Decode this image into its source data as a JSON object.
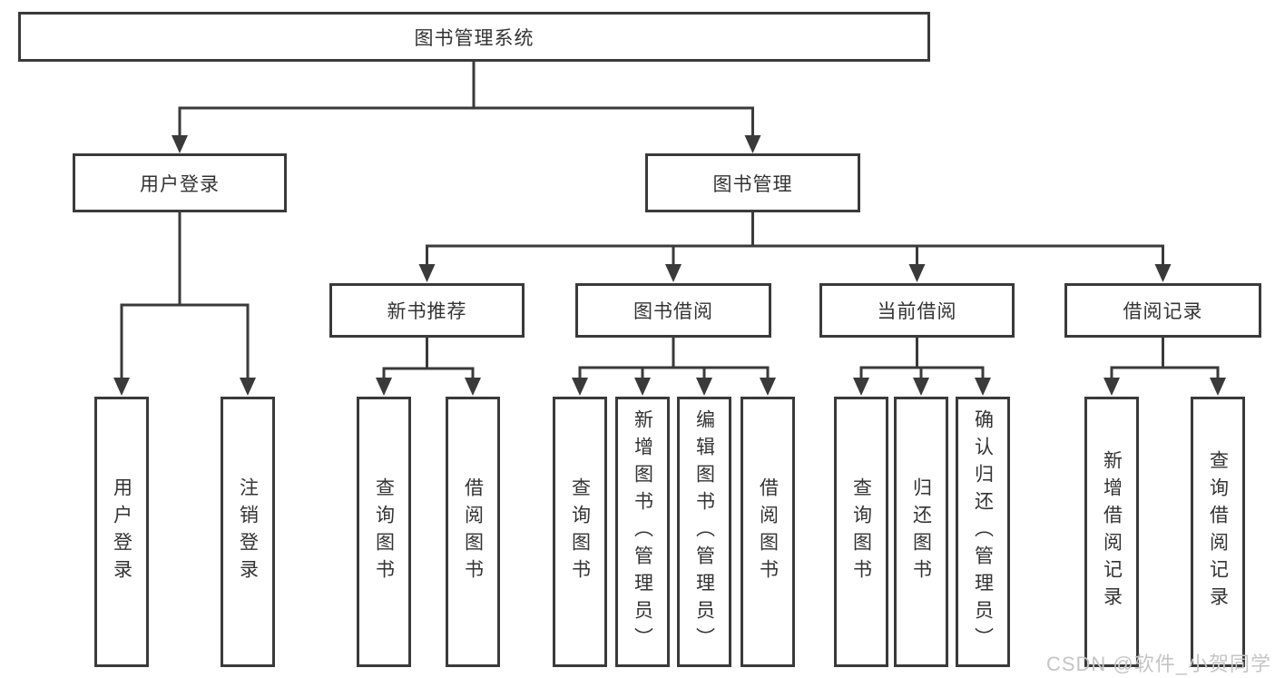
{
  "tree": {
    "root": {
      "label": "图书管理系统"
    },
    "level2": [
      {
        "label": "用户登录",
        "parent": "图书管理系统"
      },
      {
        "label": "图书管理",
        "parent": "图书管理系统"
      }
    ],
    "level3": [
      {
        "label": "新书推荐",
        "parent": "图书管理"
      },
      {
        "label": "图书借阅",
        "parent": "图书管理"
      },
      {
        "label": "当前借阅",
        "parent": "图书管理"
      },
      {
        "label": "借阅记录",
        "parent": "图书管理"
      }
    ],
    "leaves": [
      {
        "label": "用户登录",
        "parent": "用户登录"
      },
      {
        "label": "注销登录",
        "parent": "用户登录"
      },
      {
        "label": "查询图书",
        "parent": "新书推荐"
      },
      {
        "label": "借阅图书",
        "parent": "新书推荐"
      },
      {
        "label": "查询图书",
        "parent": "图书借阅"
      },
      {
        "label": "新增图书（管理员）",
        "parent": "图书借阅"
      },
      {
        "label": "编辑图书（管理员）",
        "parent": "图书借阅"
      },
      {
        "label": "借阅图书",
        "parent": "图书借阅"
      },
      {
        "label": "查询图书",
        "parent": "当前借阅"
      },
      {
        "label": "归还图书",
        "parent": "当前借阅"
      },
      {
        "label": "确认归还（管理员）",
        "parent": "当前借阅"
      },
      {
        "label": "新增借阅记录",
        "parent": "借阅记录"
      },
      {
        "label": "查询借阅记录",
        "parent": "借阅记录"
      }
    ]
  },
  "watermark": {
    "text": "CSDN @软件_小贺同学"
  },
  "colors": {
    "line": "#3a3a3a",
    "box_border": "#3a3a3a",
    "text": "#333333",
    "background": "#ffffff",
    "watermark": "#c5c5c5"
  }
}
